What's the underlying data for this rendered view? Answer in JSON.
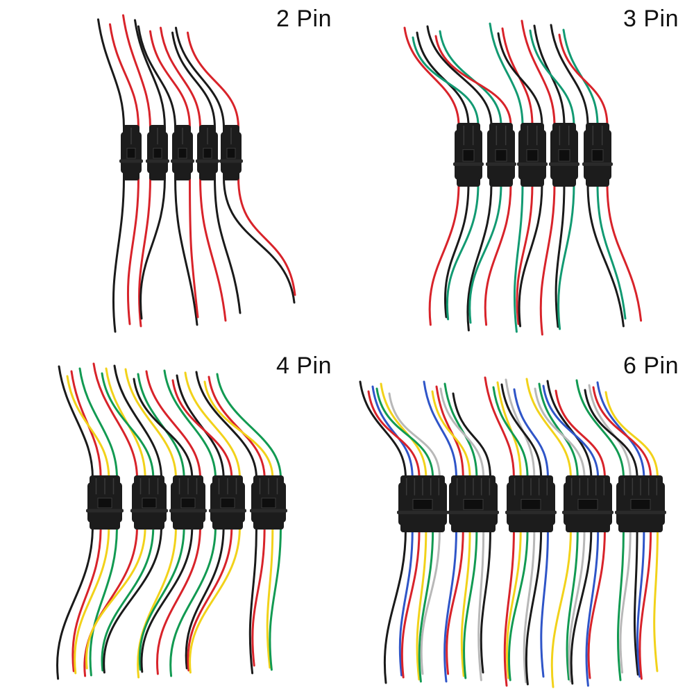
{
  "panels": [
    {
      "id": "2pin",
      "label": "2 Pin",
      "pins": 2,
      "connector_count": 5,
      "wire_colors": [
        "#1a1a1a",
        "#d8232a"
      ]
    },
    {
      "id": "3pin",
      "label": "3 Pin",
      "pins": 3,
      "connector_count": 5,
      "wire_colors": [
        "#d8232a",
        "#1a1a1a",
        "#129a72"
      ]
    },
    {
      "id": "4pin",
      "label": "4 Pin",
      "pins": 4,
      "connector_count": 5,
      "wire_colors": [
        "#1a1a1a",
        "#d8232a",
        "#f2d21a",
        "#129a52"
      ]
    },
    {
      "id": "6pin",
      "label": "6 Pin",
      "pins": 6,
      "connector_count": 5,
      "wire_colors": [
        "#1a1a1a",
        "#2f55c8",
        "#d8232a",
        "#f2d21a",
        "#129a52",
        "#b8b8b8"
      ]
    }
  ],
  "colors": {
    "background": "#ffffff",
    "connector_body": "#1c1c1c",
    "connector_highlight": "#3a3a3a",
    "label_text": "#111111"
  }
}
